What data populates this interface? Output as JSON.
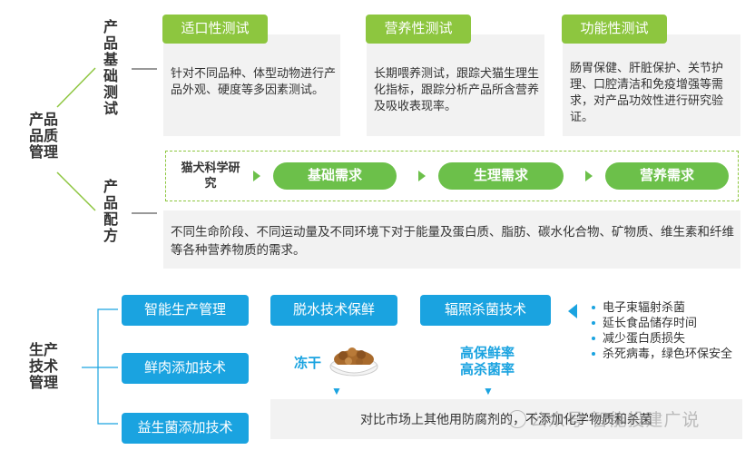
{
  "labels": {
    "product_quality": "产品品质管理",
    "basic_testing": "产品基础测试",
    "formula": "产品配方",
    "production_tech": "生产技术管理"
  },
  "tests": [
    {
      "title": "适口性测试",
      "desc": "针对不同品种、体型动物进行产品外观、硬度等多因素测试。"
    },
    {
      "title": "营养性测试",
      "desc": "长期喂养测试，跟踪犬猫生理生化指标，跟踪分析产品所含营养及吸收表现率。"
    },
    {
      "title": "功能性测试",
      "desc": "肠胃保健、肝脏保护、关节护理、口腔清洁和免疫增强等需求，对产品功效性进行研究验证。"
    }
  ],
  "research": {
    "label": "猫犬科学研究",
    "steps": [
      "基础需求",
      "生理需求",
      "营养需求"
    ],
    "desc": "不同生命阶段、不同运动量及不同环境下对于能量及蛋白质、脂肪、碳水化合物、矿物质、维生素和纤维等各种营养物质的需求。"
  },
  "production": {
    "left": [
      "智能生产管理",
      "鲜肉添加技术",
      "益生菌添加技术"
    ],
    "tech": [
      "脱水技术保鲜",
      "辐照杀菌技术"
    ],
    "freeze_label": "冻干",
    "radiation_result": [
      "高保鲜率",
      "高杀菌率"
    ],
    "bullets": [
      "电子束辐射杀菌",
      "延长食品储存时间",
      "减少蛋白质损失",
      "杀死病毒，绿色环保安全"
    ],
    "compare": "对比市场上其他用防腐剂的，不添加化学物质和杀菌"
  },
  "watermark": "公众号·智能投建广说",
  "colors": {
    "green": "#8dc63f",
    "pill_green": "#6cc04a",
    "blue": "#1aa3e0",
    "gray_box": "#f2f2f2"
  }
}
